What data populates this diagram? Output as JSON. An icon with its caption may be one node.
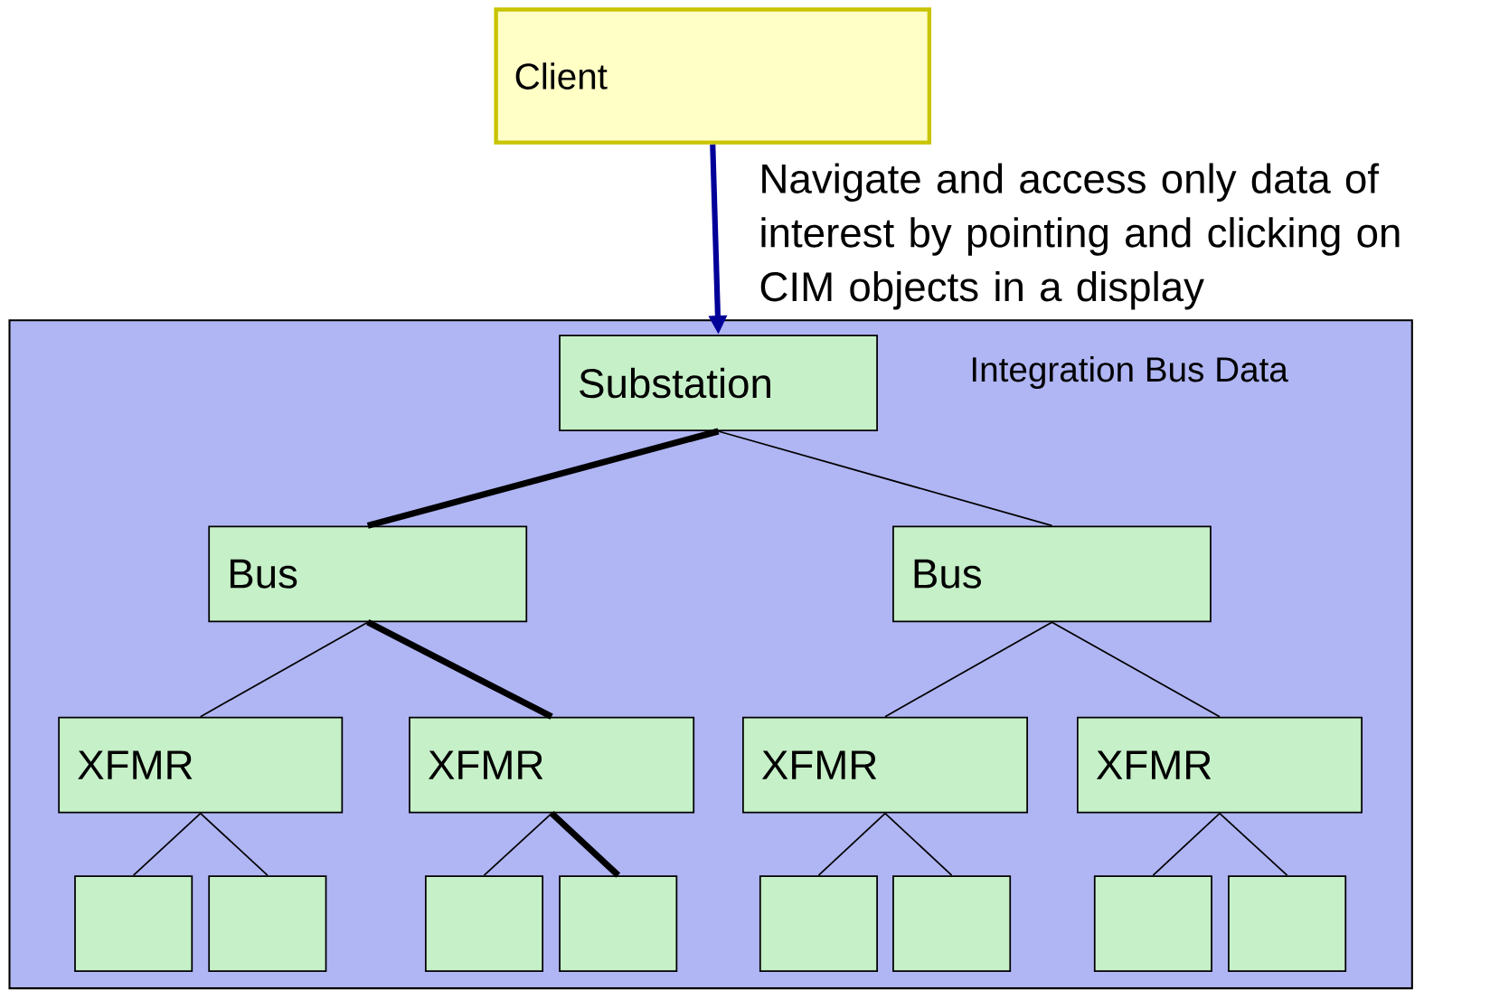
{
  "diagram": {
    "nodes": [
      {
        "text": [
          "Client"
        ]
      },
      {
        "text": [
          "Integration Bus Data"
        ]
      },
      {
        "text": [
          "Substation"
        ],
        "in": 1
      },
      {
        "text": [
          "Bus"
        ],
        "in": 1
      },
      {
        "text": [
          "Bus"
        ],
        "in": 1
      },
      {
        "text": [
          "XFMR"
        ],
        "in": 1
      },
      {
        "text": [
          "XFMR"
        ],
        "in": 1
      },
      {
        "text": [
          "XFMR"
        ],
        "in": 1
      },
      {
        "text": [
          "XFMR"
        ],
        "in": 1
      },
      {
        "text": [],
        "shape": "box",
        "in": 1
      },
      {
        "text": [],
        "shape": "box",
        "in": 1
      },
      {
        "text": [],
        "shape": "box",
        "in": 1
      },
      {
        "text": [],
        "shape": "box",
        "in": 1
      },
      {
        "text": [],
        "shape": "box",
        "in": 1
      },
      {
        "text": [],
        "shape": "box",
        "in": 1
      },
      {
        "text": [],
        "shape": "box",
        "in": 1
      },
      {
        "text": [],
        "shape": "box",
        "in": 1
      }
    ],
    "edges": [
      {
        "from": 0,
        "to": 2,
        "arrow": "to",
        "label": "Navigate and access only data of interest by pointing and clicking on CIM objects in a display",
        "style": "thick",
        "color": "#000099"
      },
      {
        "from": 2,
        "to": 3,
        "arrow": "none",
        "style": "thick"
      },
      {
        "from": 2,
        "to": 4,
        "arrow": "none"
      },
      {
        "from": 3,
        "to": 5,
        "arrow": "none"
      },
      {
        "from": 3,
        "to": 6,
        "arrow": "none",
        "style": "thick"
      },
      {
        "from": 4,
        "to": 7,
        "arrow": "none"
      },
      {
        "from": 4,
        "to": 8,
        "arrow": "none"
      },
      {
        "from": 5,
        "to": 9,
        "arrow": "none"
      },
      {
        "from": 5,
        "to": 10,
        "arrow": "none"
      },
      {
        "from": 6,
        "to": 11,
        "arrow": "none"
      },
      {
        "from": 6,
        "to": 12,
        "arrow": "none",
        "style": "thick"
      },
      {
        "from": 7,
        "to": 13,
        "arrow": "none"
      },
      {
        "from": 7,
        "to": 14,
        "arrow": "none"
      },
      {
        "from": 8,
        "to": 15,
        "arrow": "none"
      },
      {
        "from": 8,
        "to": 16,
        "arrow": "none"
      }
    ]
  }
}
